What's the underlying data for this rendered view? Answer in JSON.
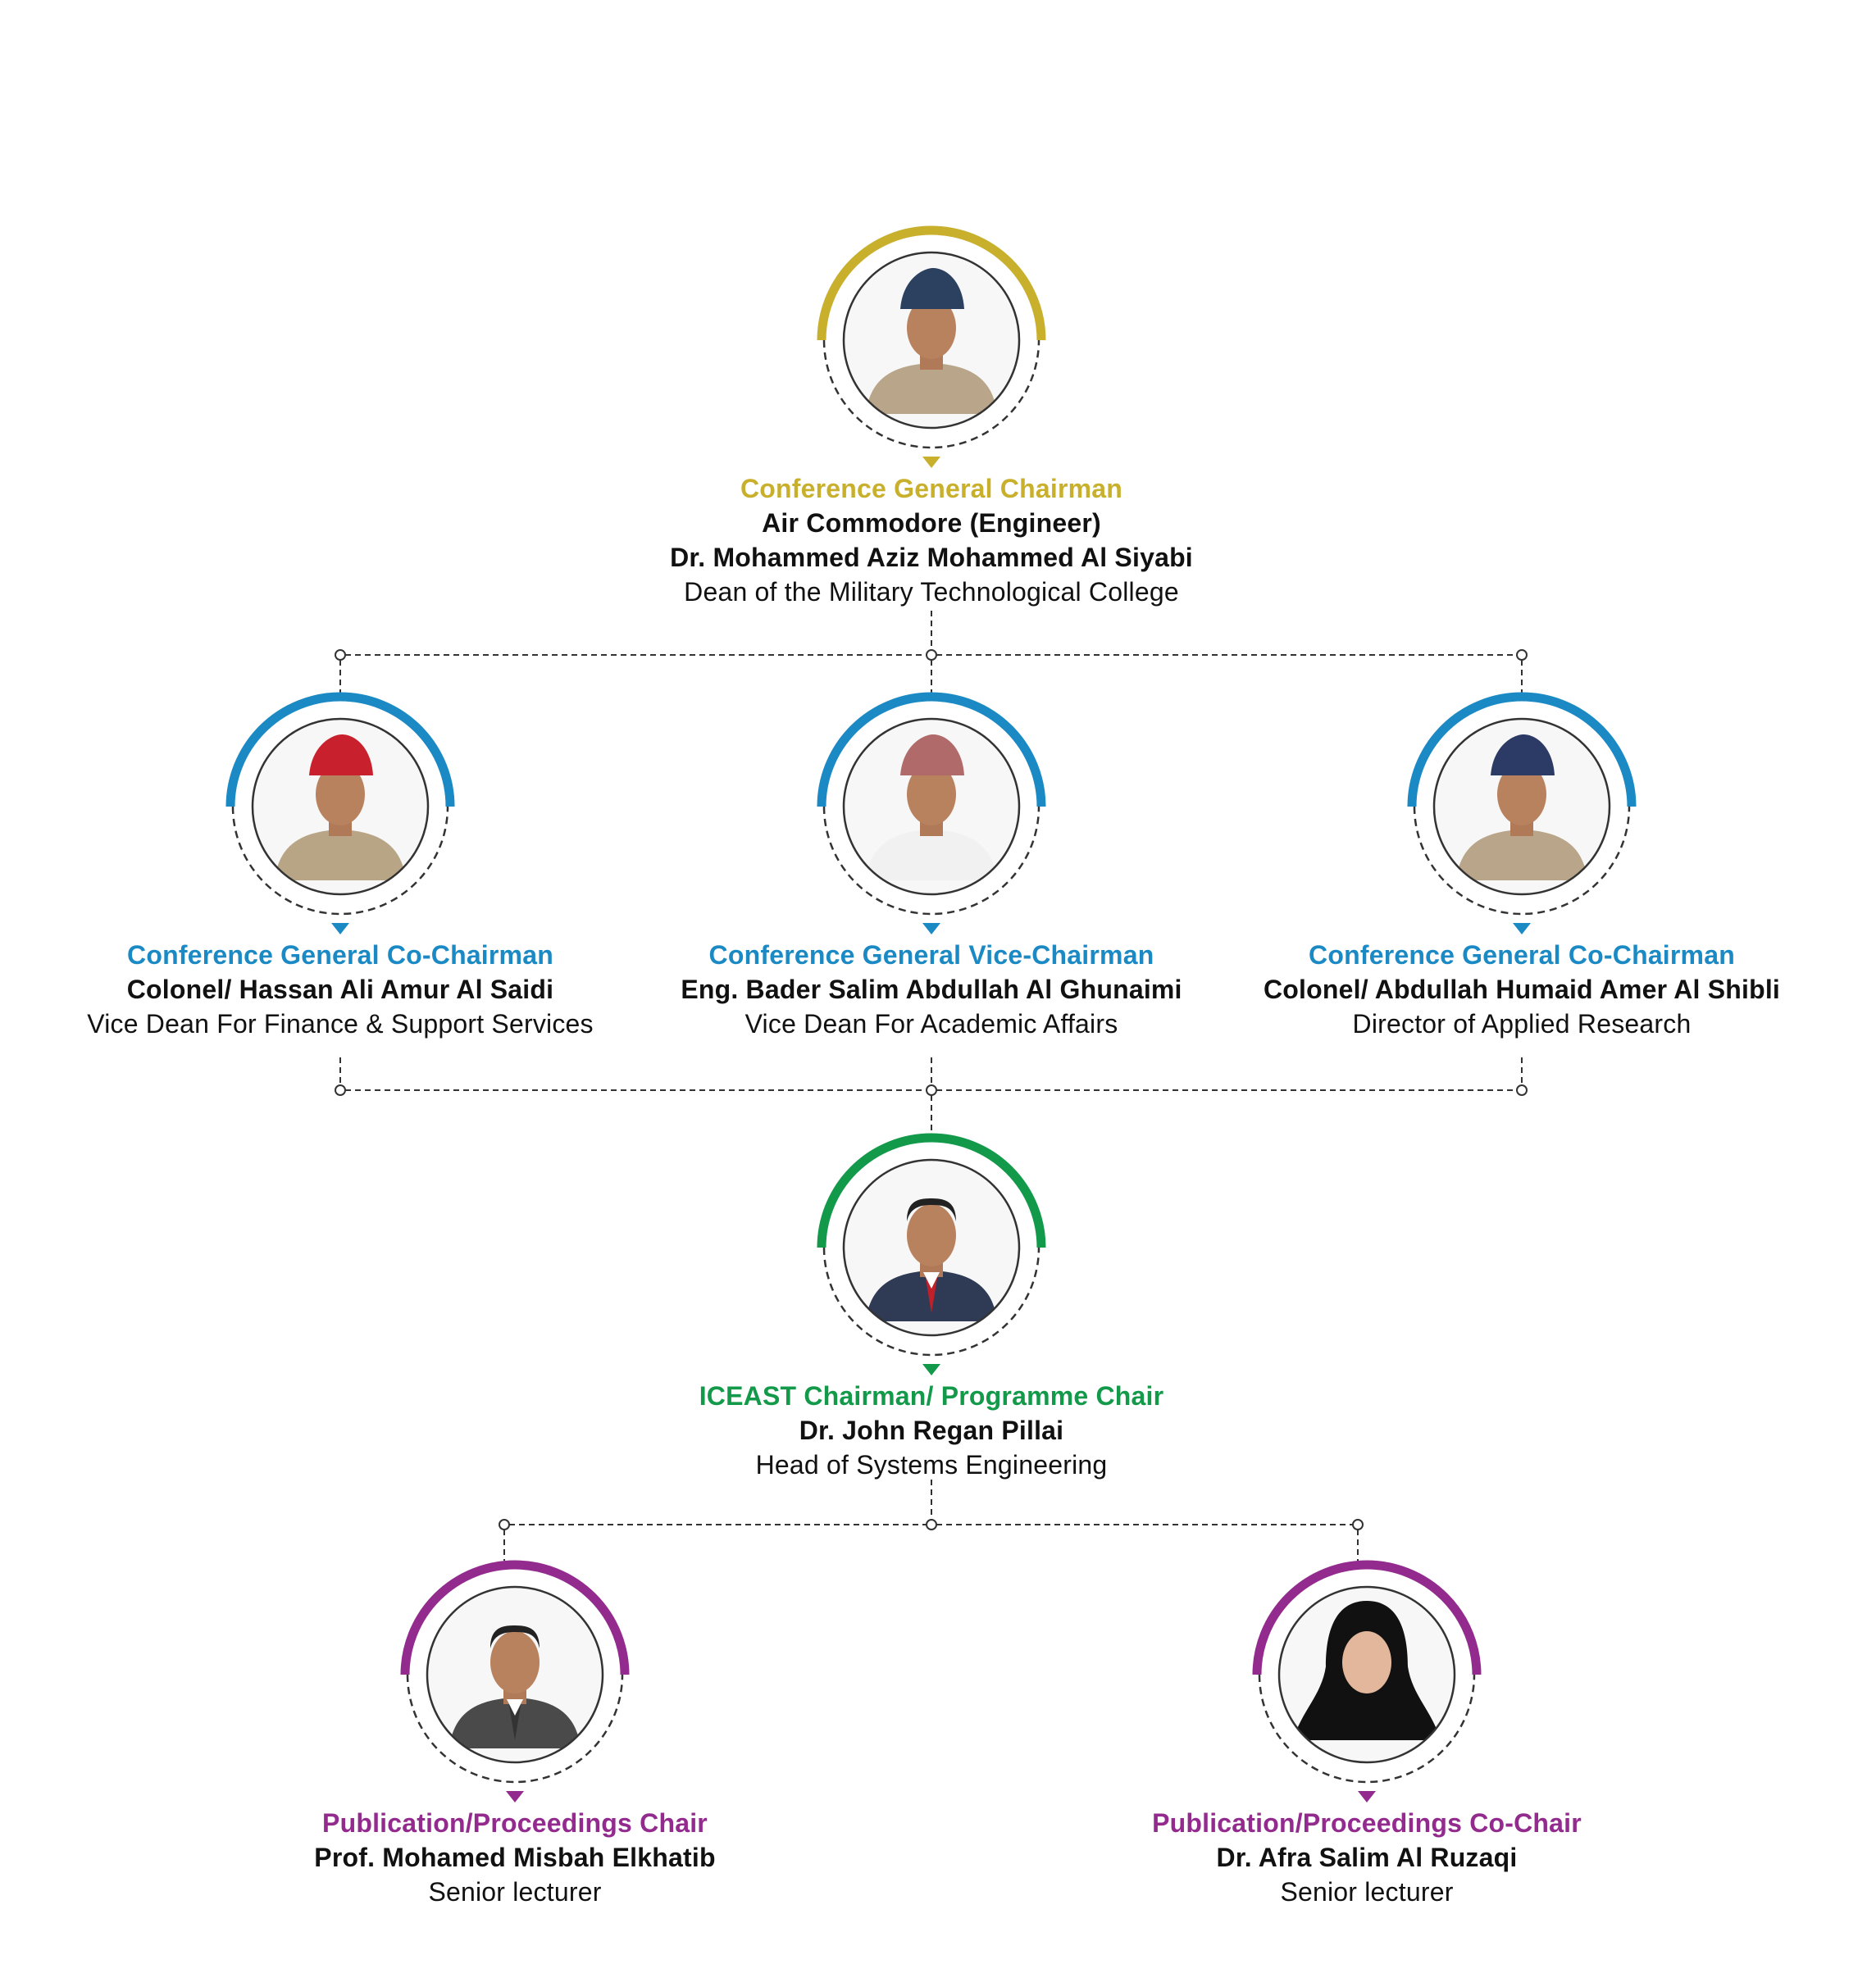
{
  "colors": {
    "gold": "#c8b02c",
    "blue": "#1b8ac4",
    "green": "#13994a",
    "purple": "#932a8e",
    "line": "#333333"
  },
  "nodes": [
    {
      "id": "general-chairman",
      "color": "#c8b02c",
      "role": "Conference General Chairman",
      "name_lines": [
        "Air Commodore (Engineer)",
        "Dr. Mohammed Aziz Mohammed Al Siyabi"
      ],
      "position": "Dean of the Military Technological College",
      "photo": "person-photo-air-force-officer"
    },
    {
      "id": "co-chairman-1",
      "color": "#1b8ac4",
      "role": "Conference General Co-Chairman",
      "name_lines": [
        "Colonel/ Hassan Ali Amur Al Saidi"
      ],
      "position": "Vice Dean For Finance & Support Services",
      "photo": "person-photo-army-officer-red-beret"
    },
    {
      "id": "vice-chairman",
      "color": "#1b8ac4",
      "role": "Conference General Vice-Chairman",
      "name_lines": [
        "Eng. Bader Salim Abdullah Al Ghunaimi"
      ],
      "position": "Vice Dean For Academic Affairs",
      "photo": "person-photo-omani-turban"
    },
    {
      "id": "co-chairman-2",
      "color": "#1b8ac4",
      "role": "Conference General Co-Chairman",
      "name_lines": [
        "Colonel/ Abdullah Humaid Amer Al Shibli"
      ],
      "position": "Director of Applied Research",
      "photo": "person-photo-air-force-officer"
    },
    {
      "id": "iceast-chairman",
      "color": "#13994a",
      "role": "ICEAST Chairman/ Programme Chair",
      "name_lines": [
        "Dr. John Regan Pillai"
      ],
      "position": "Head of Systems Engineering",
      "photo": "person-photo-suit-red-tie"
    },
    {
      "id": "publication-chair",
      "color": "#932a8e",
      "role": "Publication/Proceedings Chair",
      "name_lines": [
        "Prof. Mohamed Misbah Elkhatib"
      ],
      "position": "Senior lecturer",
      "photo": "person-photo-grey-suit"
    },
    {
      "id": "publication-co-chair",
      "color": "#932a8e",
      "role": "Publication/Proceedings Co-Chair",
      "name_lines": [
        "Dr. Afra Salim Al Ruzaqi"
      ],
      "position": "Senior lecturer",
      "photo": "person-photo-black-hijab"
    }
  ]
}
